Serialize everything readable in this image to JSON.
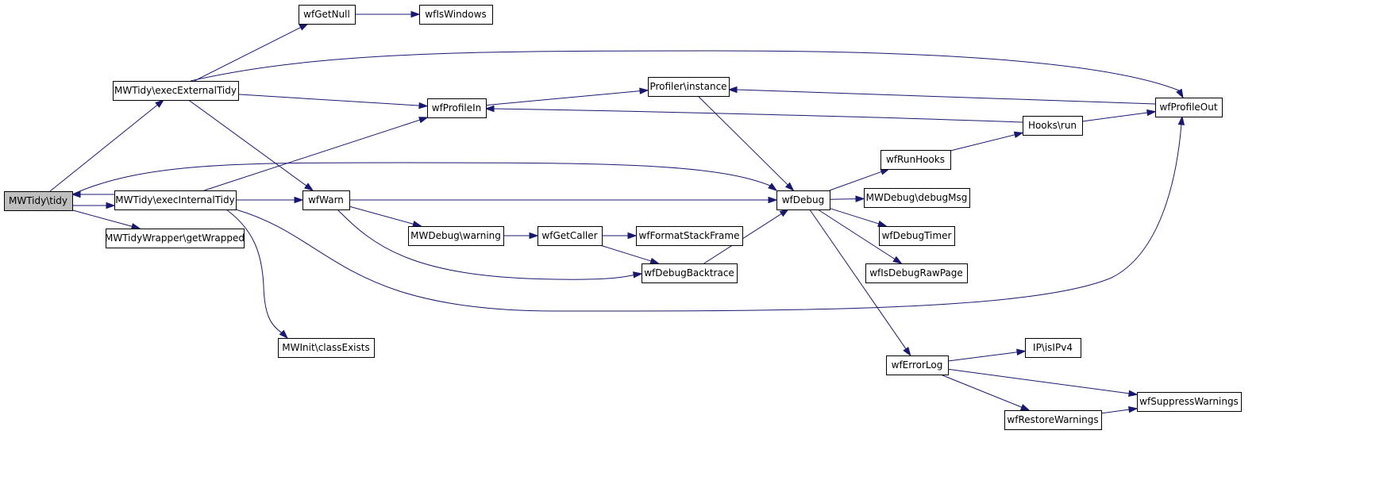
{
  "graph": {
    "root": "n_tidy",
    "colors": {
      "edge": "#191970",
      "root_fill": "#bfbfbf",
      "node_fill": "#ffffff",
      "node_border": "#000000"
    },
    "nodes": {
      "n_tidy": {
        "label": "MWTidy\\tidy"
      },
      "n_execExternal": {
        "label": "MWTidy\\execExternalTidy"
      },
      "n_execInternal": {
        "label": "MWTidy\\execInternalTidy"
      },
      "n_getWrapped": {
        "label": "MWTidyWrapper\\getWrapped"
      },
      "n_wfGetNull": {
        "label": "wfGetNull"
      },
      "n_wfIsWindows": {
        "label": "wfIsWindows"
      },
      "n_wfProfileIn": {
        "label": "wfProfileIn"
      },
      "n_profilerInstance": {
        "label": "Profiler\\instance"
      },
      "n_wfProfileOut": {
        "label": "wfProfileOut"
      },
      "n_hooksRun": {
        "label": "Hooks\\run"
      },
      "n_wfWarn": {
        "label": "wfWarn"
      },
      "n_wfDebug": {
        "label": "wfDebug"
      },
      "n_wfRunHooks": {
        "label": "wfRunHooks"
      },
      "n_debugMsg": {
        "label": "MWDebug\\debugMsg"
      },
      "n_wfDebugTimer": {
        "label": "wfDebugTimer"
      },
      "n_wfIsDebugRawPage": {
        "label": "wfIsDebugRawPage"
      },
      "n_mwdebugWarning": {
        "label": "MWDebug\\warning"
      },
      "n_wfGetCaller": {
        "label": "wfGetCaller"
      },
      "n_wfFormatStackFrame": {
        "label": "wfFormatStackFrame"
      },
      "n_wfDebugBacktrace": {
        "label": "wfDebugBacktrace"
      },
      "n_classExists": {
        "label": "MWInit\\classExists"
      },
      "n_wfErrorLog": {
        "label": "wfErrorLog"
      },
      "n_isIPv4": {
        "label": "IP\\isIPv4"
      },
      "n_wfSuppressWarnings": {
        "label": "wfSuppressWarnings"
      },
      "n_wfRestoreWarnings": {
        "label": "wfRestoreWarnings"
      }
    },
    "edges": [
      [
        "n_tidy",
        "n_execExternal"
      ],
      [
        "n_tidy",
        "n_execInternal"
      ],
      [
        "n_tidy",
        "n_getWrapped"
      ],
      [
        "n_tidy",
        "n_wfDebug"
      ],
      [
        "n_execInternal",
        "n_tidy"
      ],
      [
        "n_execExternal",
        "n_wfGetNull"
      ],
      [
        "n_execExternal",
        "n_wfProfileOut"
      ],
      [
        "n_execExternal",
        "n_wfProfileIn"
      ],
      [
        "n_execExternal",
        "n_wfWarn"
      ],
      [
        "n_wfGetNull",
        "n_wfIsWindows"
      ],
      [
        "n_execInternal",
        "n_wfProfileIn"
      ],
      [
        "n_execInternal",
        "n_wfWarn"
      ],
      [
        "n_execInternal",
        "n_classExists"
      ],
      [
        "n_execInternal",
        "n_wfProfileOut"
      ],
      [
        "n_wfProfileIn",
        "n_profilerInstance"
      ],
      [
        "n_wfProfileOut",
        "n_profilerInstance"
      ],
      [
        "n_hooksRun",
        "n_wfProfileIn"
      ],
      [
        "n_hooksRun",
        "n_wfProfileOut"
      ],
      [
        "n_profilerInstance",
        "n_wfDebug"
      ],
      [
        "n_wfWarn",
        "n_wfDebug"
      ],
      [
        "n_wfWarn",
        "n_mwdebugWarning"
      ],
      [
        "n_wfWarn",
        "n_wfDebugBacktrace"
      ],
      [
        "n_mwdebugWarning",
        "n_wfGetCaller"
      ],
      [
        "n_wfGetCaller",
        "n_wfFormatStackFrame"
      ],
      [
        "n_wfGetCaller",
        "n_wfDebugBacktrace"
      ],
      [
        "n_wfDebugBacktrace",
        "n_wfDebug"
      ],
      [
        "n_wfDebug",
        "n_wfRunHooks"
      ],
      [
        "n_wfRunHooks",
        "n_hooksRun"
      ],
      [
        "n_wfDebug",
        "n_debugMsg"
      ],
      [
        "n_wfDebug",
        "n_wfDebugTimer"
      ],
      [
        "n_wfDebug",
        "n_wfIsDebugRawPage"
      ],
      [
        "n_wfDebug",
        "n_wfErrorLog"
      ],
      [
        "n_wfErrorLog",
        "n_isIPv4"
      ],
      [
        "n_wfErrorLog",
        "n_wfSuppressWarnings"
      ],
      [
        "n_wfErrorLog",
        "n_wfRestoreWarnings"
      ],
      [
        "n_wfRestoreWarnings",
        "n_wfSuppressWarnings"
      ]
    ]
  }
}
